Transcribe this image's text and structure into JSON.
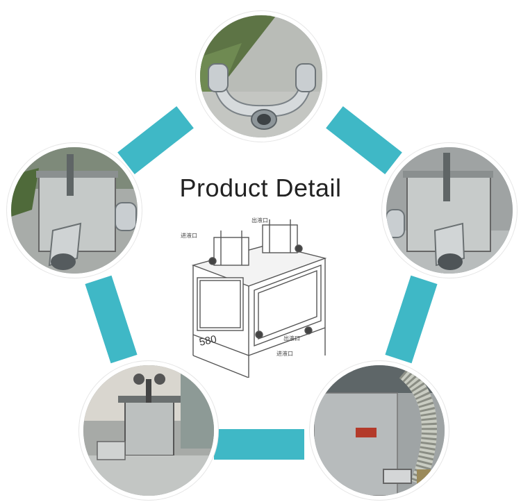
{
  "title": "Product Detail",
  "accent_color": "#3fb8c6",
  "diagram": {
    "dimension": "580",
    "callouts": [
      "进液口",
      "出液口",
      "出液口",
      "进液口"
    ]
  },
  "photos": [
    {
      "subject": "stainless-steel-pipe-manifold-icon"
    },
    {
      "subject": "steel-box-with-outlet-pipe-left-icon"
    },
    {
      "subject": "steel-box-with-outlet-pipe-right-icon"
    },
    {
      "subject": "machine-on-frame-icon"
    },
    {
      "subject": "flexible-hose-connection-icon"
    }
  ]
}
